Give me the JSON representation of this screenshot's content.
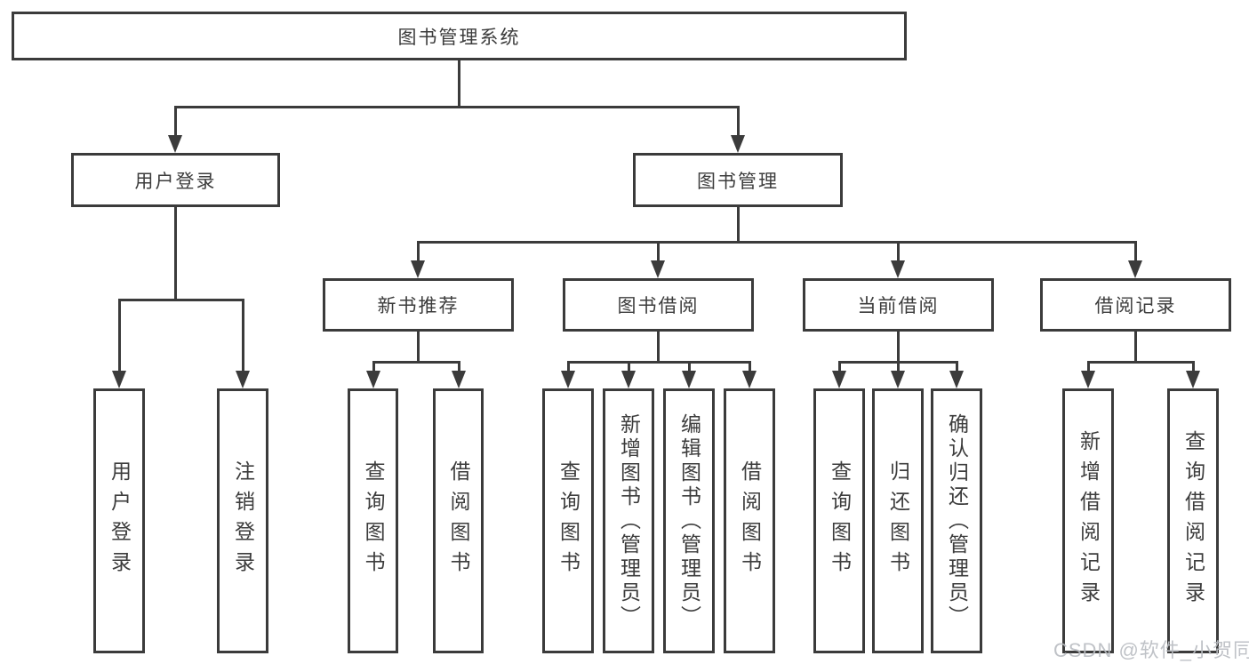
{
  "diagram": {
    "title": "图书管理系统",
    "tree": {
      "label": "图书管理系统",
      "children": [
        {
          "label": "用户登录",
          "children": [
            {
              "label": "用户登录"
            },
            {
              "label": "注销登录"
            }
          ]
        },
        {
          "label": "图书管理",
          "children": [
            {
              "label": "新书推荐",
              "children": [
                {
                  "label": "查询图书"
                },
                {
                  "label": "借阅图书"
                }
              ]
            },
            {
              "label": "图书借阅",
              "children": [
                {
                  "label": "查询图书"
                },
                {
                  "label": "新增图书（管理员）"
                },
                {
                  "label": "编辑图书（管理员）"
                },
                {
                  "label": "借阅图书"
                }
              ]
            },
            {
              "label": "当前借阅",
              "children": [
                {
                  "label": "查询图书"
                },
                {
                  "label": "归还图书"
                },
                {
                  "label": "确认归还（管理员）"
                }
              ]
            },
            {
              "label": "借阅记录",
              "children": [
                {
                  "label": "新增借阅记录"
                },
                {
                  "label": "查询借阅记录"
                }
              ]
            }
          ]
        }
      ]
    }
  },
  "watermark": {
    "text": "CSDN @软件_小贺同学"
  },
  "colors": {
    "line": "#3b3b3b",
    "text": "#3c3c3c",
    "watermark": "#b9bcc1",
    "background": "#ffffff"
  }
}
